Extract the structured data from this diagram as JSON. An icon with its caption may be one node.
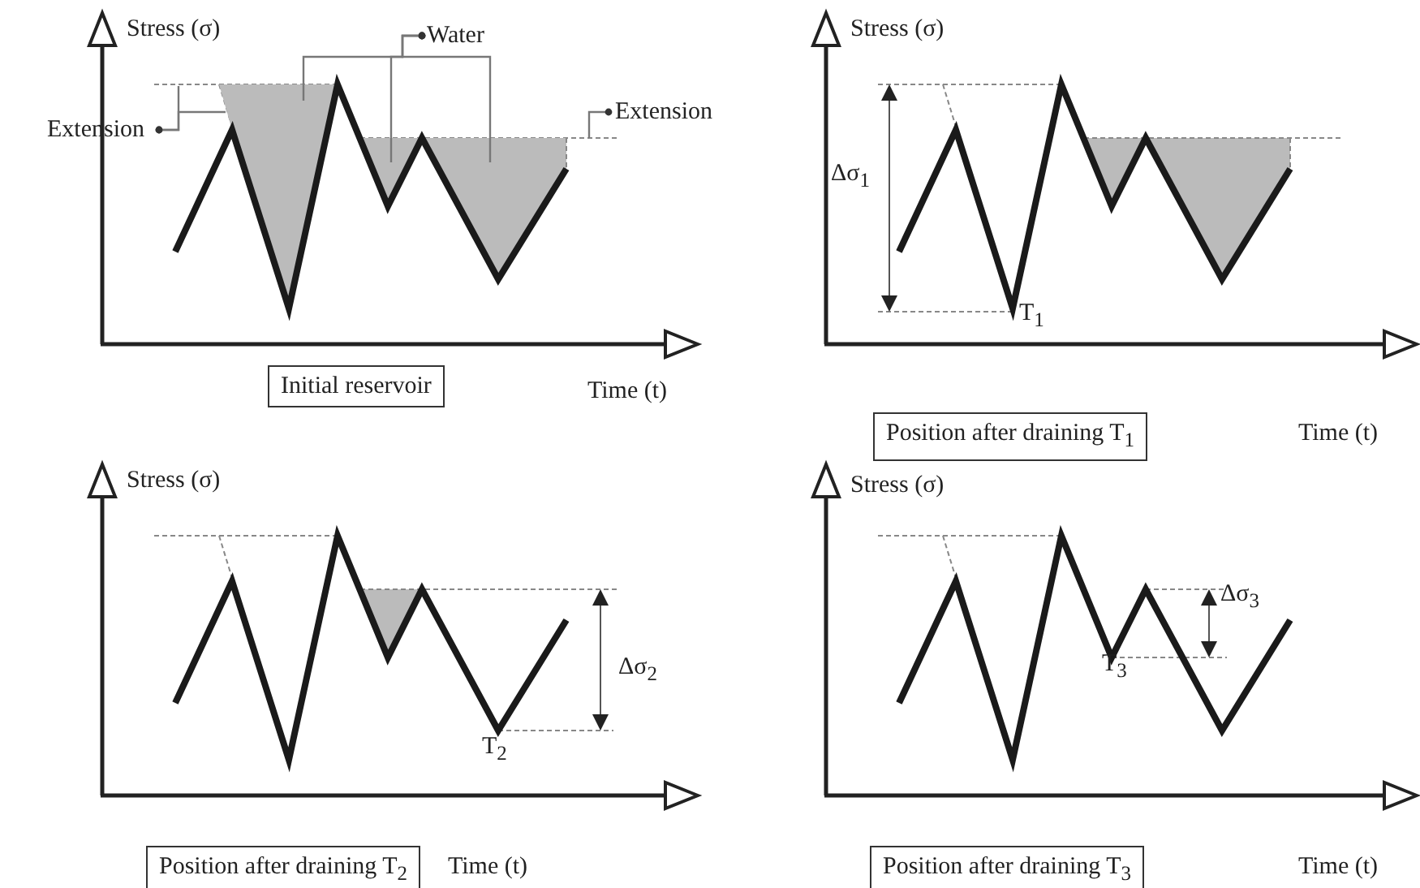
{
  "diagram": {
    "nodes": [
      {
        "text": [
          "Water"
        ]
      },
      {
        "text": [
          "Extension"
        ]
      },
      {
        "text": [
          "Extension"
        ]
      },
      {
        "text": [],
        "shape": "line"
      },
      {
        "text": [],
        "shape": "line"
      },
      {
        "text": [],
        "shape": "line"
      },
      {
        "text": [],
        "shape": "area"
      },
      {
        "text": [],
        "shape": "area"
      },
      {
        "text": [
          "Initial reservoir"
        ]
      },
      {
        "text": [],
        "shape": "area"
      },
      {
        "text": [
          "Position after draining T$_{1}$"
        ]
      },
      {
        "text": [],
        "shape": "area"
      },
      {
        "text": [
          "Position after draining T$_{2}$"
        ]
      },
      {
        "text": [
          "Position after draining T$_{3}$"
        ]
      }
    ],
    "edges": [
      {
        "from": 0,
        "to": 6,
        "arrow": "other"
      },
      {
        "from": 0,
        "to": 7,
        "arrow": "other"
      },
      {
        "from": 0,
        "to": 7,
        "arrow": "other"
      },
      {
        "from": 1,
        "to": 3,
        "arrow": "other"
      },
      {
        "from": 1,
        "to": 4,
        "arrow": "other"
      },
      {
        "from": 2,
        "to": 5,
        "arrow": "other"
      }
    ],
    "labels": [
      "Stress (σ)",
      "Time (t)",
      "Stress (σ)",
      "Δσ$_{1}$",
      "T$_{1}$",
      "Time (t)",
      "Stress (σ)",
      "Δσ$_{2}$",
      "T$_{2}$",
      "Time (t)",
      "Stress (σ)",
      "Δσ$_{3}$",
      "T$_{3}$",
      "Time (t)"
    ]
  }
}
